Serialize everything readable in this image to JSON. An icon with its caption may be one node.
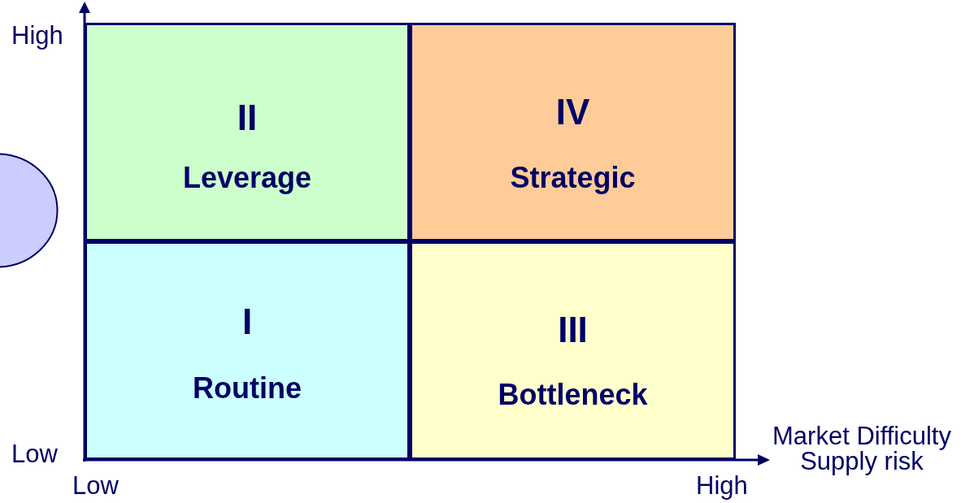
{
  "diagram": {
    "nodes": [
      {
        "text": [
          "II",
          "Leverage"
        ]
      },
      {
        "text": [
          "IV",
          "Strategic"
        ]
      },
      {
        "text": [
          "I",
          "Routine"
        ]
      },
      {
        "text": [
          "III",
          "Bottleneck"
        ]
      },
      {
        "text": [],
        "shape": "ellipse"
      }
    ],
    "labels": [
      "High",
      "Low",
      "Low",
      "High",
      "Market Difficulty Supply risk"
    ]
  }
}
